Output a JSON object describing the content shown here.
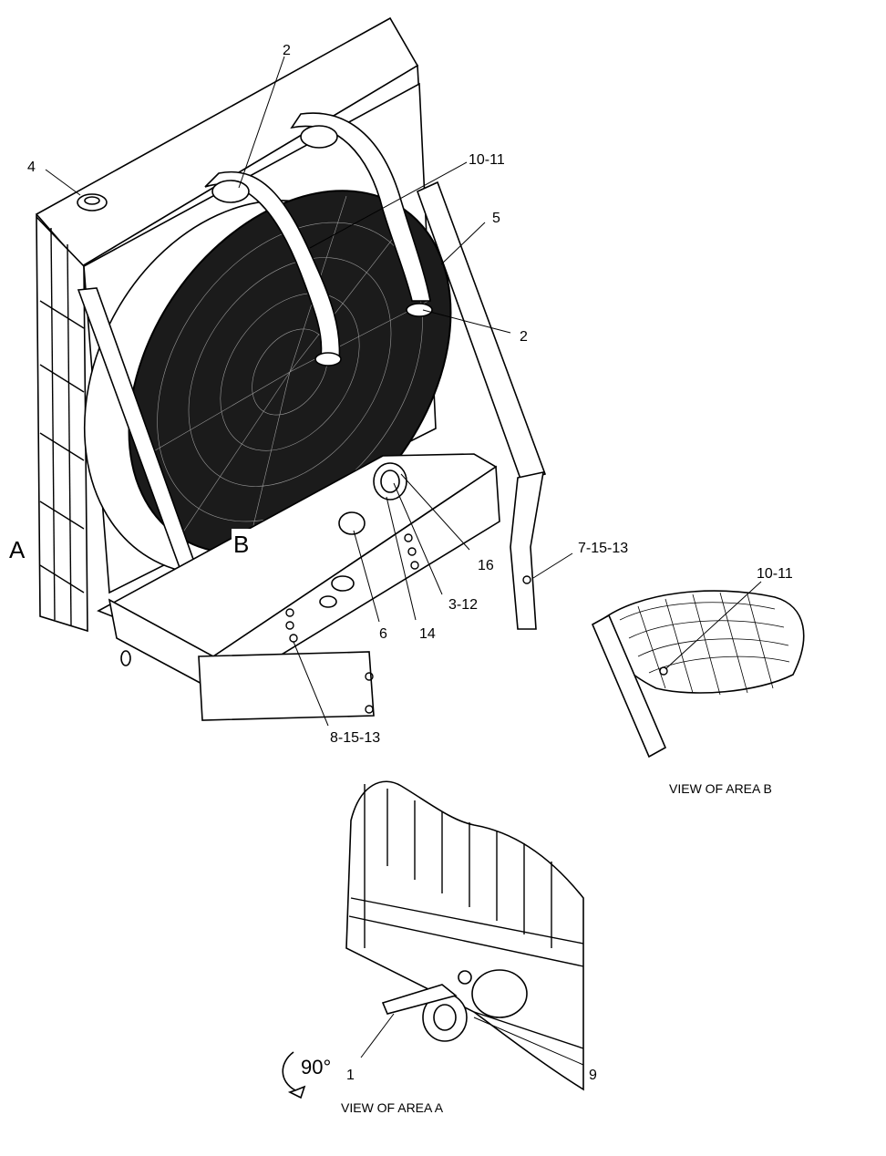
{
  "callouts": {
    "c2_top": "2",
    "c4": "4",
    "c10_11": "10-11",
    "c5": "5",
    "c2_right": "2",
    "c7_15_13": "7-15-13",
    "c16": "16",
    "c3_12": "3-12",
    "c14": "14",
    "c6": "6",
    "c8_15_13": "8-15-13",
    "c10_11_detail": "10-11",
    "c1": "1",
    "c9": "9"
  },
  "area_markers": {
    "a": "A",
    "b": "B"
  },
  "view_labels": {
    "area_b": "VIEW OF AREA B",
    "area_a": "VIEW OF AREA A"
  },
  "rotation": {
    "label": "90°",
    "icon": "rotate-arrow-icon"
  },
  "colors": {
    "line": "#000000",
    "background": "#ffffff"
  }
}
